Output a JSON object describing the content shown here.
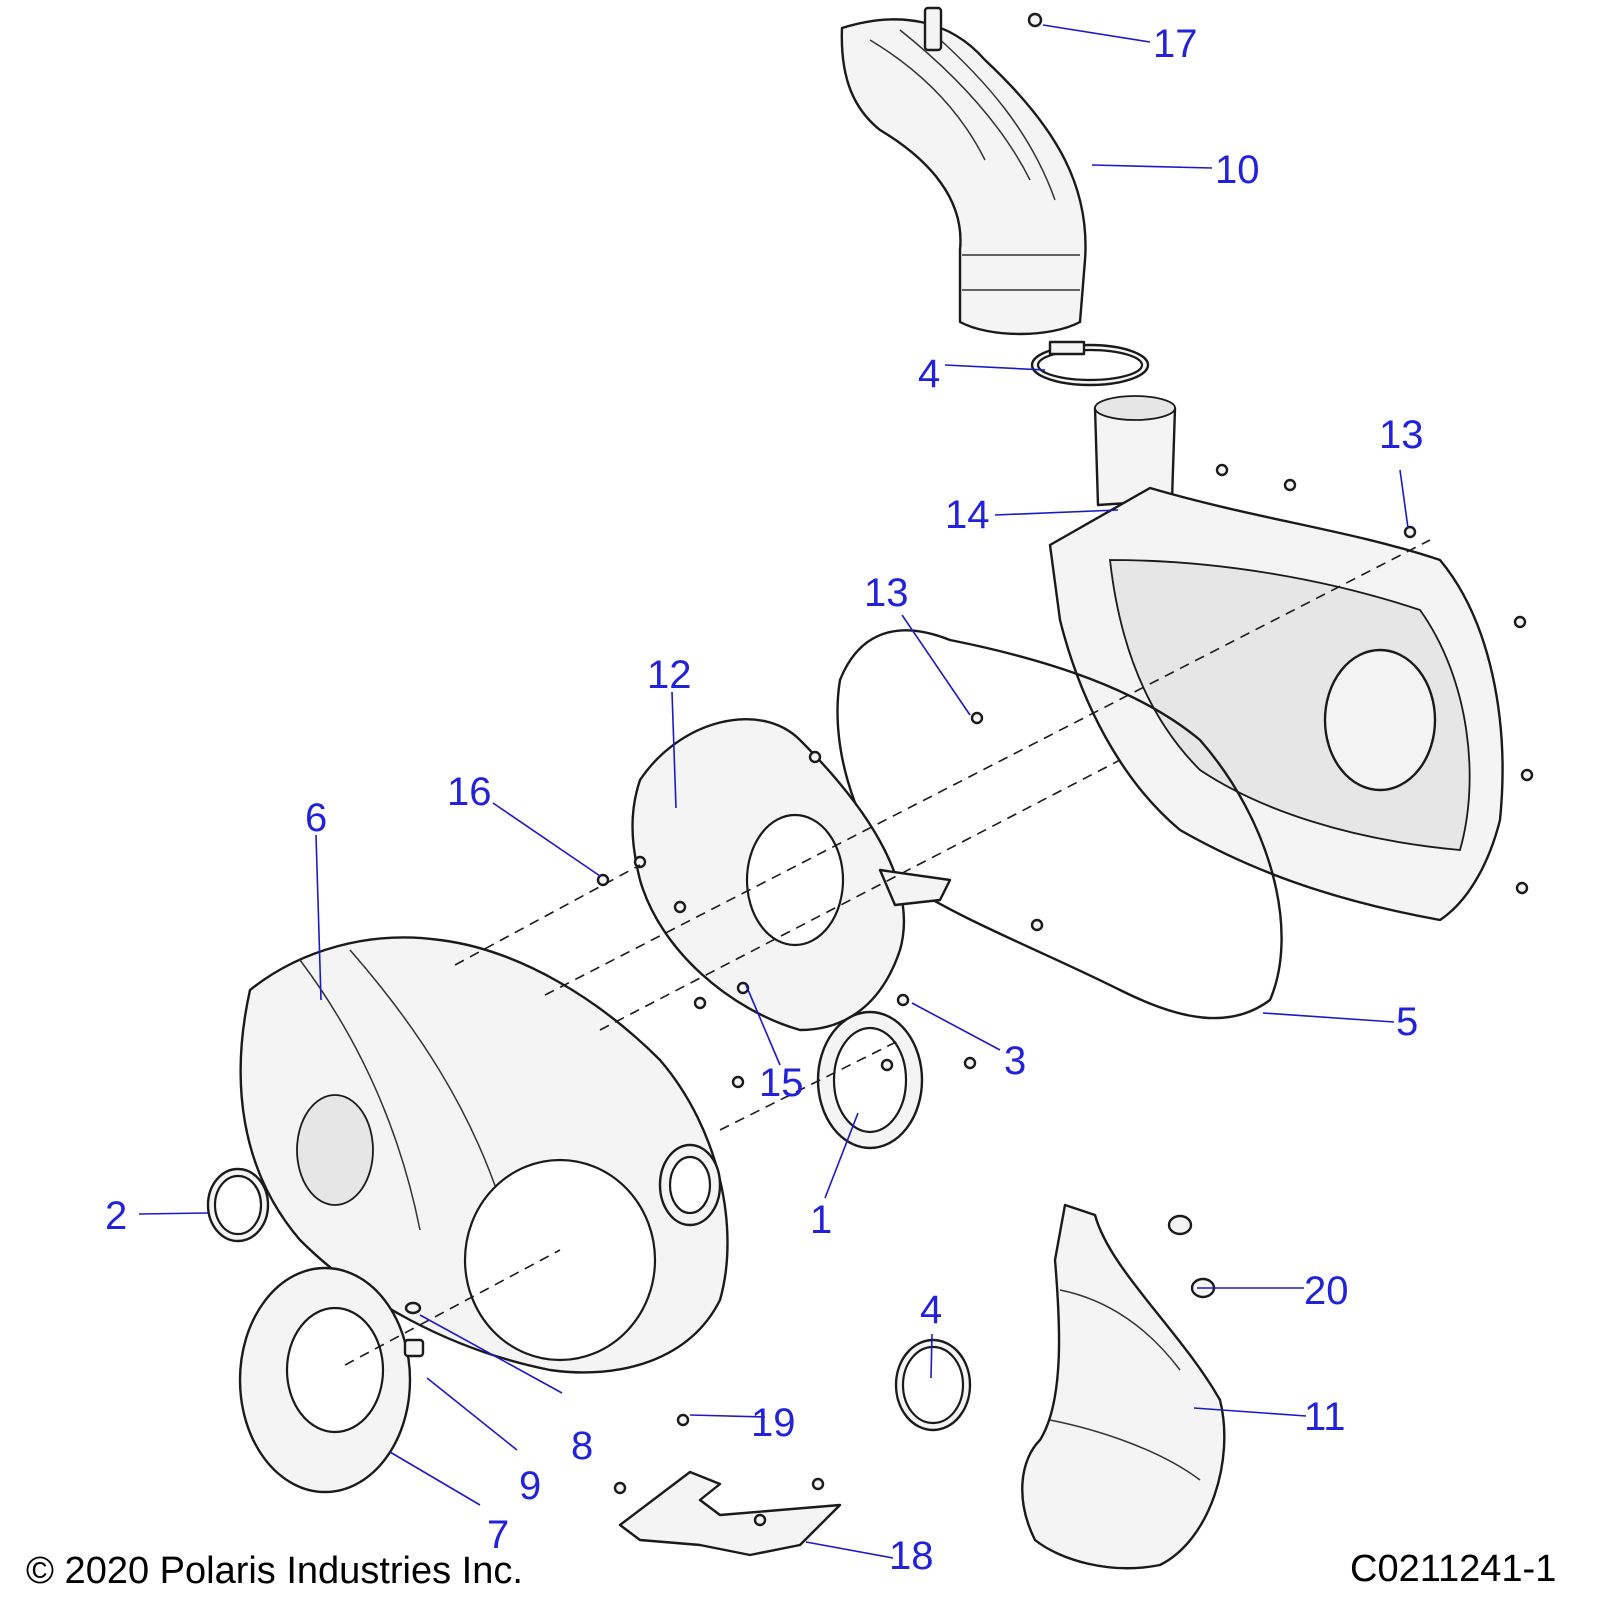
{
  "diagram": {
    "callouts": [
      {
        "id": "c17",
        "text": "17"
      },
      {
        "id": "c10",
        "text": "10"
      },
      {
        "id": "c4a",
        "text": "4"
      },
      {
        "id": "c13a",
        "text": "13"
      },
      {
        "id": "c14",
        "text": "14"
      },
      {
        "id": "c13b",
        "text": "13"
      },
      {
        "id": "c12",
        "text": "12"
      },
      {
        "id": "c16",
        "text": "16"
      },
      {
        "id": "c6",
        "text": "6"
      },
      {
        "id": "c5",
        "text": "5"
      },
      {
        "id": "c3",
        "text": "3"
      },
      {
        "id": "c15",
        "text": "15"
      },
      {
        "id": "c1",
        "text": "1"
      },
      {
        "id": "c2",
        "text": "2"
      },
      {
        "id": "c20",
        "text": "20"
      },
      {
        "id": "c4b",
        "text": "4"
      },
      {
        "id": "c11",
        "text": "11"
      },
      {
        "id": "c19",
        "text": "19"
      },
      {
        "id": "c8",
        "text": "8"
      },
      {
        "id": "c9",
        "text": "9"
      },
      {
        "id": "c7",
        "text": "7"
      },
      {
        "id": "c18",
        "text": "18"
      }
    ],
    "copyright": "© 2020 Polaris Industries Inc.",
    "figure_code": "C0211241-1"
  },
  "colors": {
    "callout_text": "#2222dd",
    "leader_line": "#1a1acc",
    "part_fill": "#f4f4f4",
    "outline": "#1a1a1a"
  }
}
